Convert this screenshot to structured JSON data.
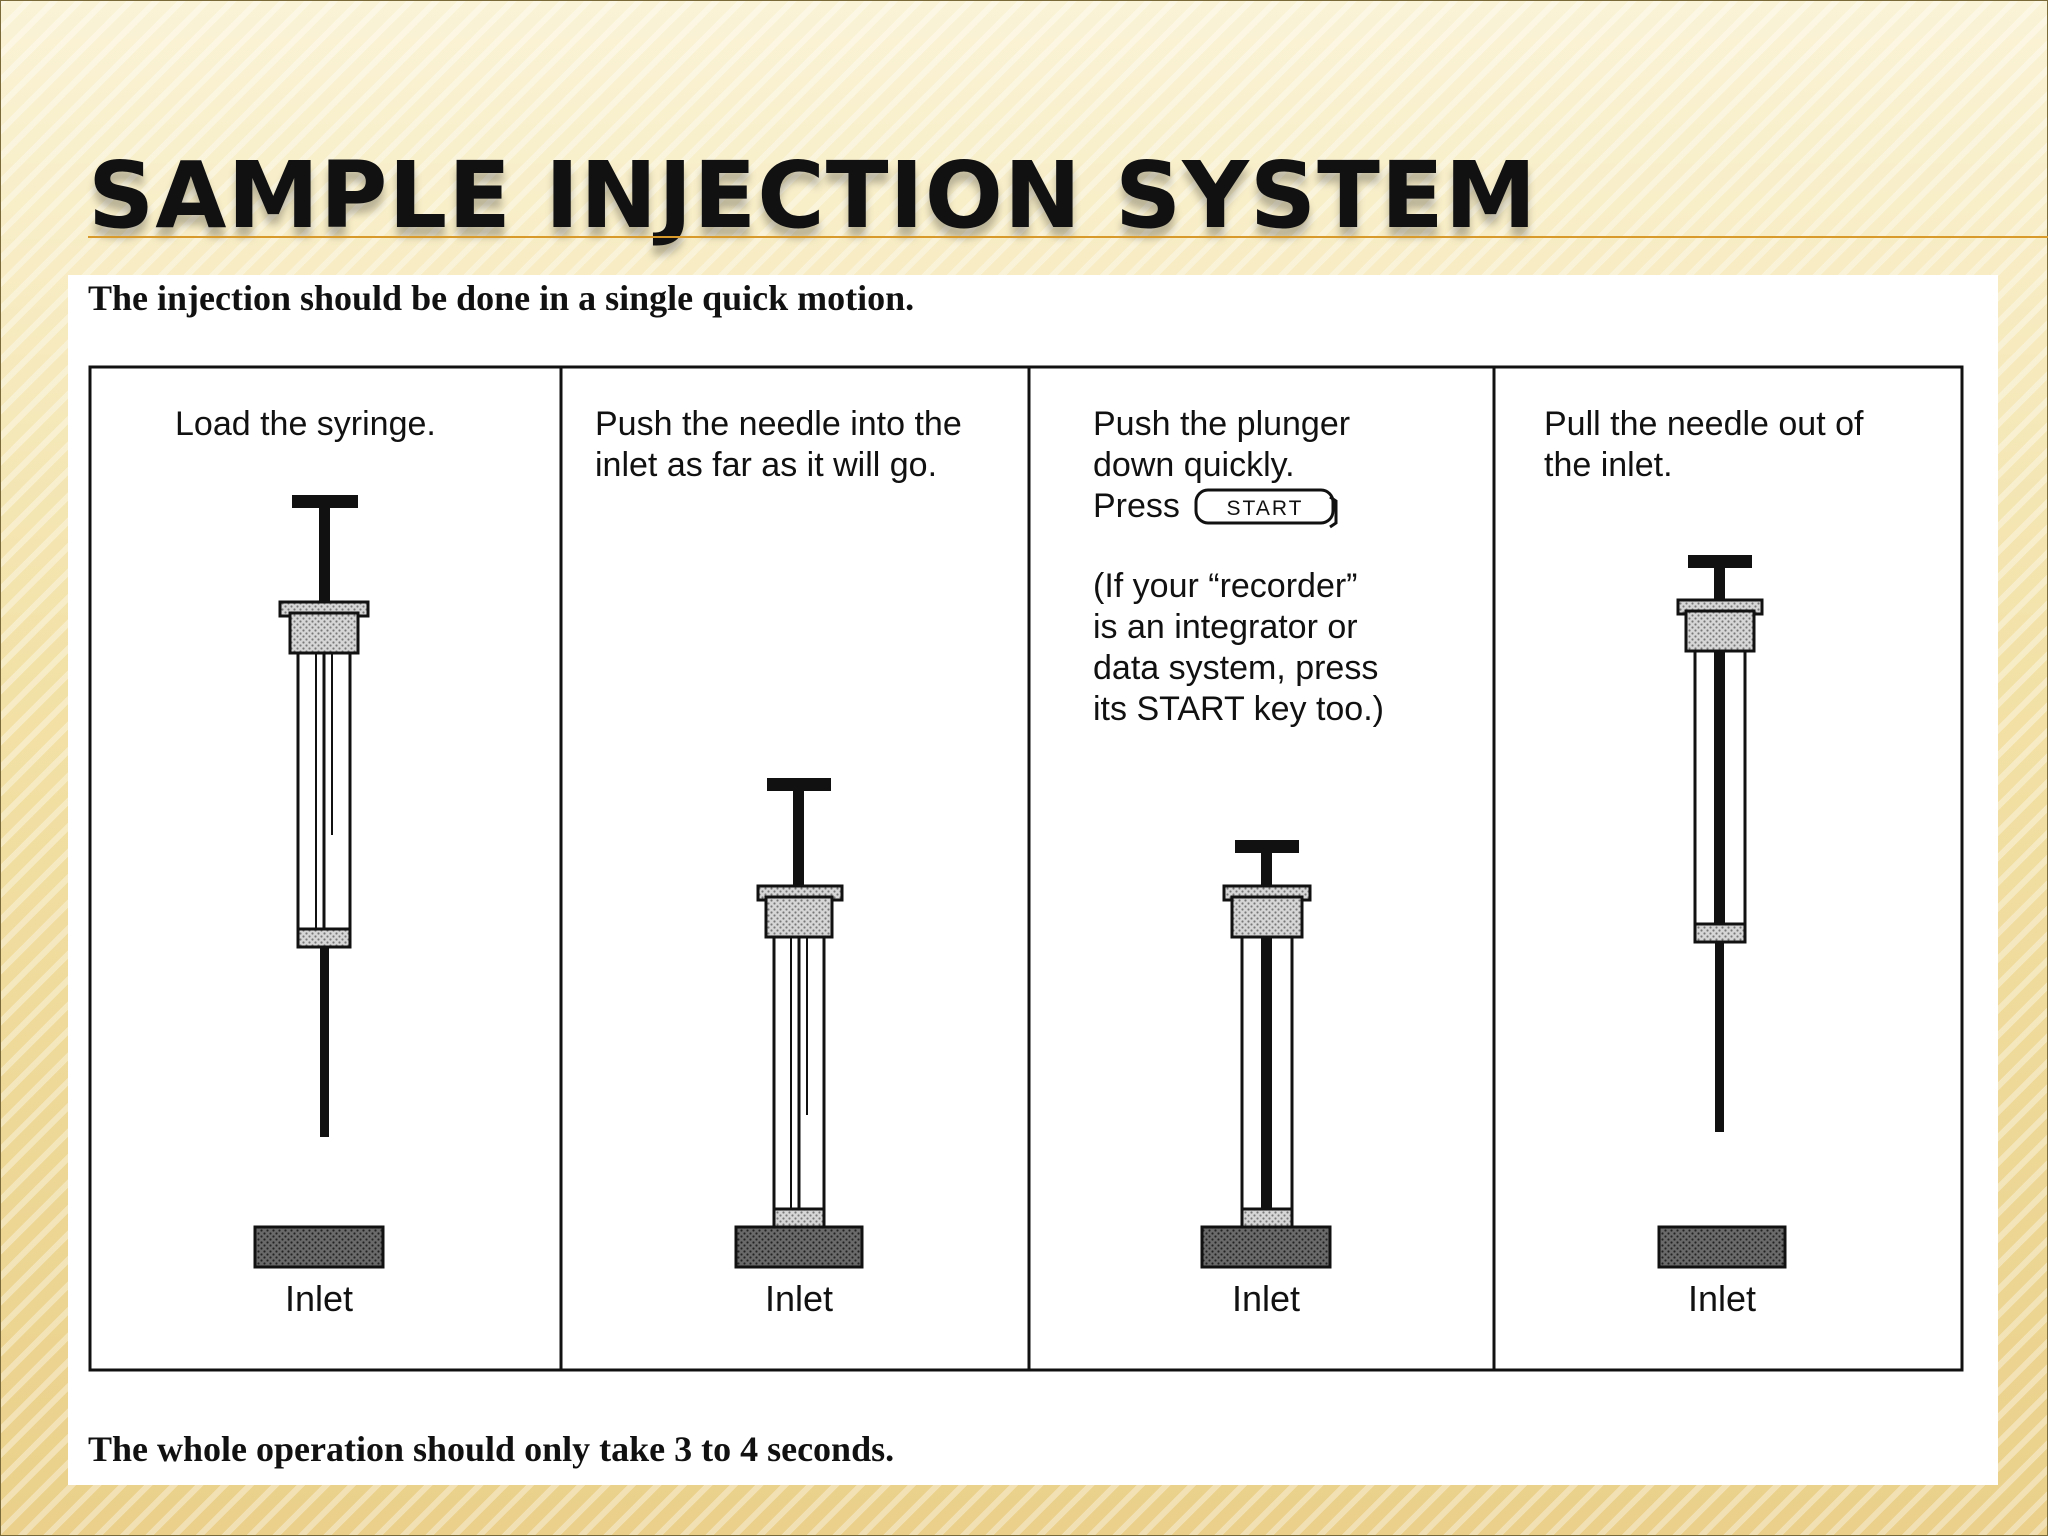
{
  "slide": {
    "title": "SAMPLE INJECTION SYSTEM"
  },
  "figure": {
    "caption_top": "The injection should be done in a single quick motion.",
    "caption_bottom": "The whole operation should only take 3 to 4 seconds.",
    "steps": [
      {
        "lines": [
          "Load the syringe."
        ],
        "inlet_label": "Inlet"
      },
      {
        "lines": [
          "Push the needle into the",
          "inlet as far as it will go."
        ],
        "inlet_label": "Inlet"
      },
      {
        "lines": [
          "Push the plunger",
          "down quickly.",
          "Press"
        ],
        "key_label": "START",
        "note_lines": [
          "(If your “recorder”",
          "is an integrator or",
          "data system, press",
          "its START key too.)"
        ],
        "inlet_label": "Inlet"
      },
      {
        "lines": [
          "Pull the needle out of",
          "the inlet."
        ],
        "inlet_label": "Inlet"
      }
    ]
  },
  "colors": {
    "title_rule": "#d89a2a",
    "ink": "#111111",
    "hatch": "#bdbdbd",
    "inlet_fill": "#555555"
  }
}
